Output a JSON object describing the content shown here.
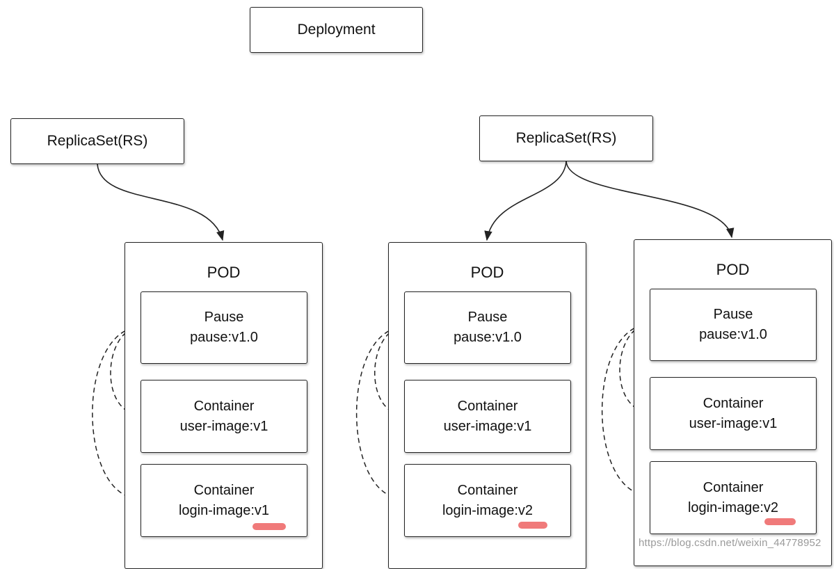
{
  "deployment": {
    "label": "Deployment"
  },
  "replicasets": [
    {
      "label": "ReplicaSet(RS)"
    },
    {
      "label": "ReplicaSet(RS)"
    }
  ],
  "pods": [
    {
      "title": "POD",
      "pause": {
        "name": "Pause",
        "image": "pause:v1.0"
      },
      "containers": [
        {
          "name": "Container",
          "image": "user-image:v1"
        },
        {
          "name": "Container",
          "image": "login-image:v1"
        }
      ]
    },
    {
      "title": "POD",
      "pause": {
        "name": "Pause",
        "image": "pause:v1.0"
      },
      "containers": [
        {
          "name": "Container",
          "image": "user-image:v1"
        },
        {
          "name": "Container",
          "image": "login-image:v2"
        }
      ]
    },
    {
      "title": "POD",
      "pause": {
        "name": "Pause",
        "image": "pause:v1.0"
      },
      "containers": [
        {
          "name": "Container",
          "image": "user-image:v1"
        },
        {
          "name": "Container",
          "image": "login-image:v2"
        }
      ]
    }
  ],
  "highlight_color": "#f07a7a",
  "watermark": "https://blog.csdn.net/weixin_44778952"
}
